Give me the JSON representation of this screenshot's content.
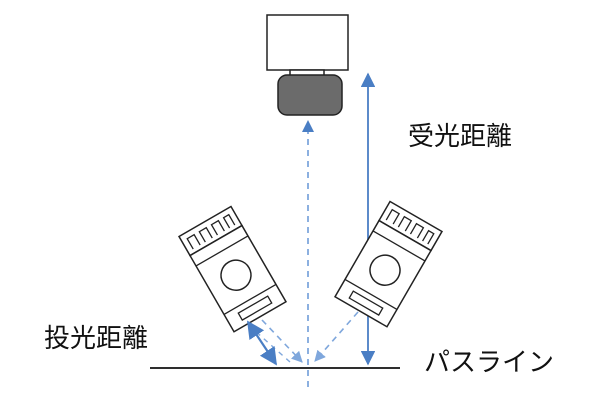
{
  "labels": {
    "receiving_distance": "受光距離",
    "projection_distance": "投光距離",
    "pass_line": "パスライン"
  },
  "colors": {
    "line": "#111111",
    "arrow_blue": "#4a7ec4",
    "dashed_blue": "#7fa7dc",
    "camera_lens": "#6b6b6b",
    "outline": "#222222"
  },
  "icons": [
    "camera-icon",
    "light-source-left-icon",
    "light-source-right-icon"
  ]
}
